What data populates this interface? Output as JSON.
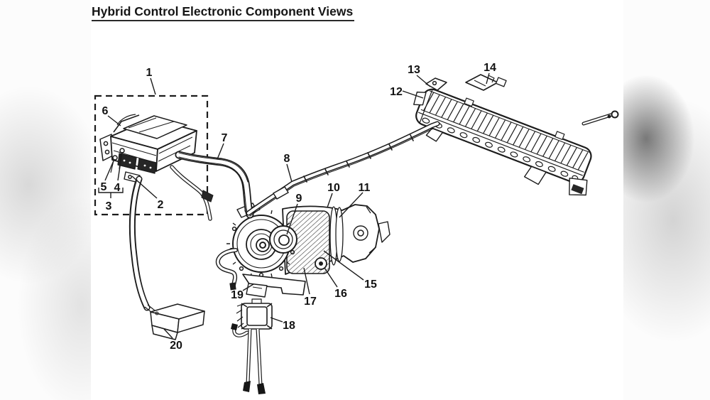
{
  "title": "Hybrid Control Electronic Component Views",
  "colors": {
    "ink": "#1c1c1c",
    "paper": "#ffffff"
  },
  "figure": {
    "type": "technical-illustration",
    "callouts": [
      {
        "label": "1"
      },
      {
        "label": "2"
      },
      {
        "label": "3"
      },
      {
        "label": "4"
      },
      {
        "label": "5"
      },
      {
        "label": "6"
      },
      {
        "label": "7"
      },
      {
        "label": "8"
      },
      {
        "label": "9"
      },
      {
        "label": "10"
      },
      {
        "label": "11"
      },
      {
        "label": "12"
      },
      {
        "label": "13"
      },
      {
        "label": "14"
      },
      {
        "label": "15"
      },
      {
        "label": "16"
      },
      {
        "label": "17"
      },
      {
        "label": "18"
      },
      {
        "label": "19"
      },
      {
        "label": "20"
      }
    ]
  }
}
